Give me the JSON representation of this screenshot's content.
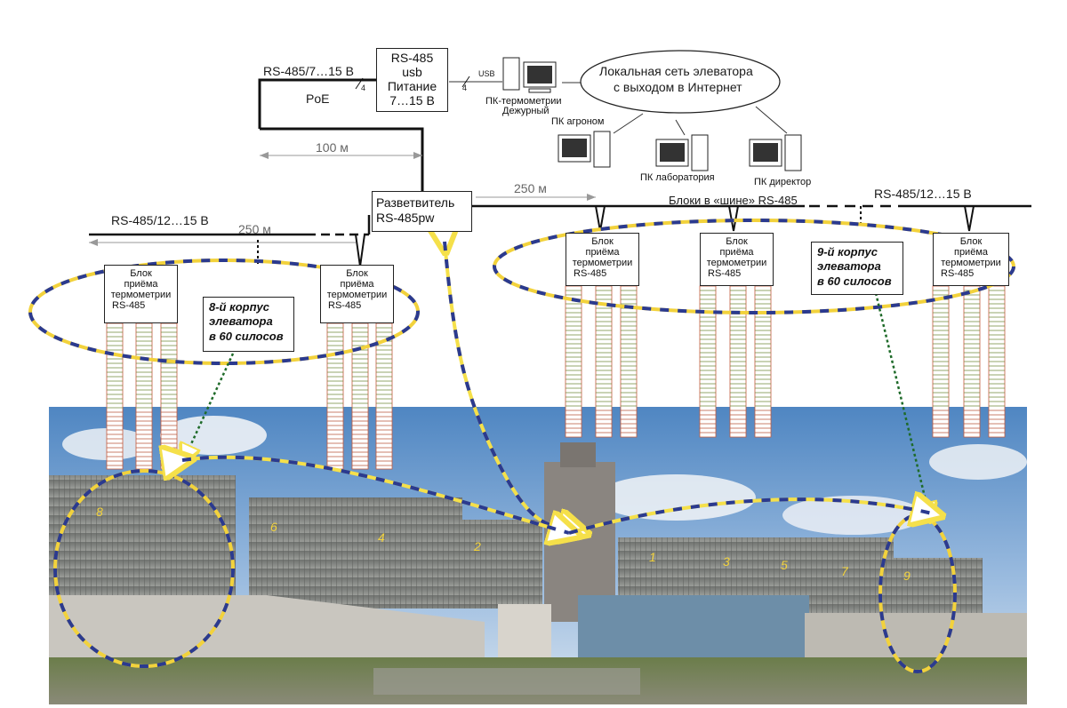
{
  "network": {
    "rs485_poe_line": "RS-485/7…15 В",
    "poe": "PoE",
    "wire_count_1": "4",
    "wire_count_2": "4",
    "usb_label": "USB",
    "converter": {
      "line1": "RS-485",
      "line2": "usb",
      "line3": "Питание",
      "line4": "7…15 В"
    },
    "dist_100": "100 м",
    "dist_250_right": "250 м",
    "dist_250_left": "250 м",
    "splitter": {
      "line1": "Разветвитель",
      "line2": "RS-485pw"
    },
    "bus_label": "Блоки в «шине» RS-485",
    "rs485_left": "RS-485/12…15 В",
    "rs485_right": "RS-485/12…15 В"
  },
  "lan": {
    "line1": "Локальная сеть элеватора",
    "line2": "с выходом в Интернет"
  },
  "pcs": {
    "thermo_line1": "ПК-термометрии",
    "thermo_line2": "Дежурный",
    "agronom": "ПК агроном",
    "lab": "ПК лаборатория",
    "director": "ПК директор"
  },
  "blocks": [
    {
      "line1": "Блок",
      "line2": "приёма",
      "line3": "термометрии",
      "rs": "RS-485"
    },
    {
      "line1": "Блок",
      "line2": "приёма",
      "line3": "термометрии",
      "rs": "RS-485"
    },
    {
      "line1": "Блок",
      "line2": "приёма",
      "line3": "термометрии",
      "rs": "RS-485"
    },
    {
      "line1": "Блок",
      "line2": "приёма",
      "line3": "термометрии",
      "rs": "RS-485"
    },
    {
      "line1": "Блок",
      "line2": "приёма",
      "line3": "термометрии",
      "rs": "RS-485"
    }
  ],
  "callouts": {
    "korpus8": {
      "line1": "8-й корпус",
      "line2": "элеватора",
      "line3": "в 60 силосов"
    },
    "korpus9": {
      "line1": "9-й корпус",
      "line2": "элеватора",
      "line3": "в 60 силосов"
    }
  },
  "photo_numbers": [
    "8",
    "6",
    "4",
    "2",
    "1",
    "3",
    "5",
    "7",
    "9"
  ],
  "colors": {
    "ellipse_dash_a": "#f2d23c",
    "ellipse_dash_b": "#2b3a8f",
    "sky_top": "#5f8fc4",
    "silo_grey": "#8d8f8c",
    "arrow_yellow": "#f5e04a",
    "probe_red": "#c45a3c"
  }
}
